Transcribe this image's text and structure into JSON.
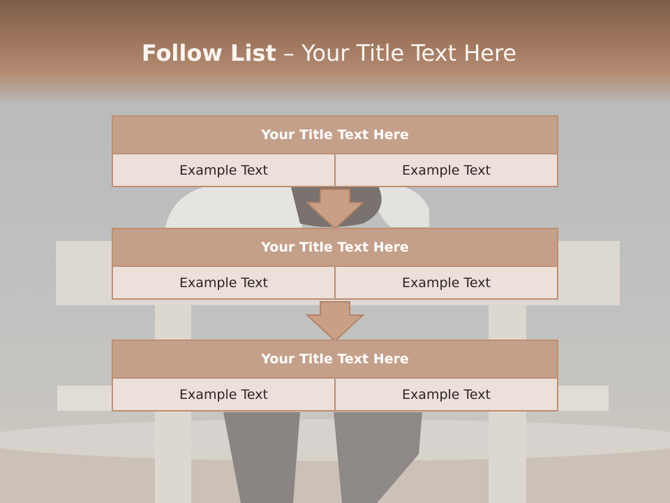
{
  "slide": {
    "title_bold": "Follow List",
    "title_rest": " – Your Title Text Here",
    "colors": {
      "header_fill": "#c4a08a",
      "border": "#bd8f73",
      "cell_fill": "#eddfd9",
      "title_band": "#9b735b",
      "arrow_fill": "#c9a086"
    },
    "steps": [
      {
        "title": "Your Title Text Here",
        "left": "Example Text",
        "right": "Example Text"
      },
      {
        "title": "Your Title Text Here",
        "left": "Example Text",
        "right": "Example Text"
      },
      {
        "title": "Your Title Text Here",
        "left": "Example Text",
        "right": "Example Text"
      }
    ]
  }
}
